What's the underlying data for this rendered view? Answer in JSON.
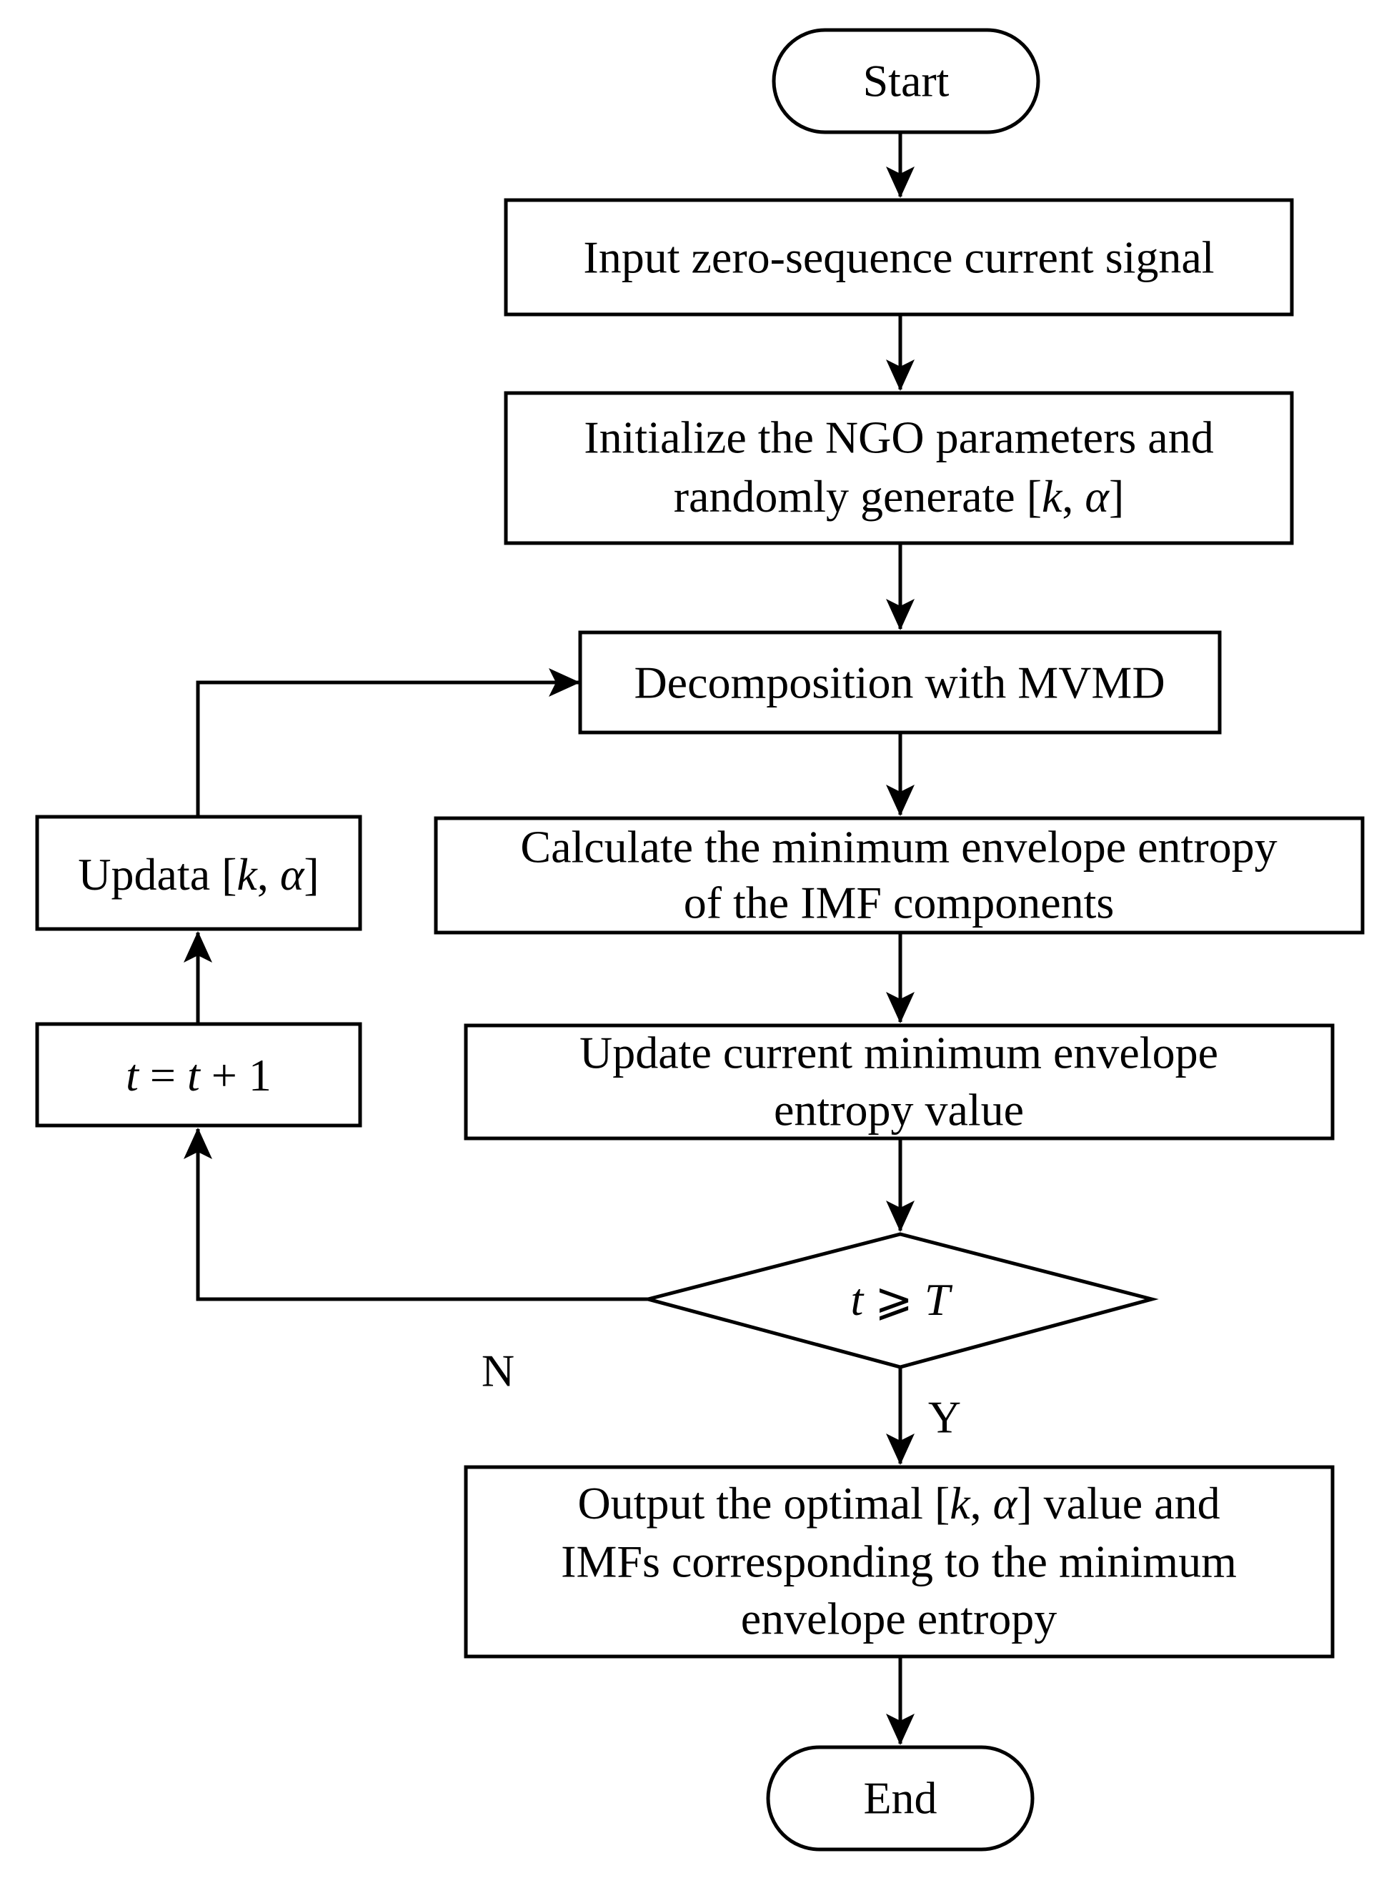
{
  "nodes": {
    "start": {
      "label": "Start"
    },
    "input": {
      "label": "Input zero-sequence current signal"
    },
    "init": {
      "line1": "Initialize the NGO parameters and",
      "line2_prefix": "randomly generate [",
      "k": "k",
      "comma": ", ",
      "alpha": "α",
      "close": "]"
    },
    "decomp": {
      "label": "Decomposition with MVMD"
    },
    "calc": {
      "line1": "Calculate the minimum envelope entropy",
      "line2": "of the IMF components"
    },
    "update_entropy": {
      "line1": "Update current minimum envelope",
      "line2": "entropy value"
    },
    "decision": {
      "t": "t",
      "op": " ⩾ ",
      "T": "T"
    },
    "output": {
      "line1_prefix": "Output the optimal [",
      "k": "k",
      "comma": ", ",
      "alpha": "α",
      "line1_suffix": "] value and",
      "line2": "IMFs corresponding to the minimum",
      "line3": "envelope entropy"
    },
    "end": {
      "label": "End"
    },
    "update_ka": {
      "prefix": "Updata [",
      "k": "k",
      "comma": ", ",
      "alpha": "α",
      "close": "]"
    },
    "increment": {
      "t1": "t",
      "eq": " = ",
      "t2": "t",
      "plus": " + 1"
    }
  },
  "edge_labels": {
    "no": "N",
    "yes": "Y"
  }
}
